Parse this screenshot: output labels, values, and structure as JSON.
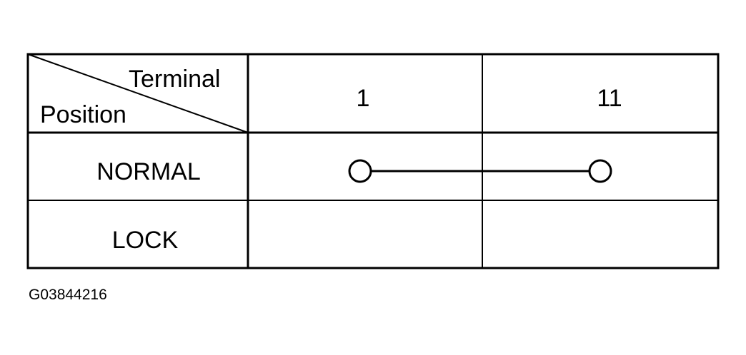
{
  "table": {
    "header_corner": {
      "terminal_label": "Terminal",
      "position_label": "Position"
    },
    "terminals": [
      "1",
      "11"
    ],
    "rows": [
      {
        "position": "NORMAL",
        "connected_terminals": [
          "1",
          "11"
        ]
      },
      {
        "position": "LOCK",
        "connected_terminals": []
      }
    ]
  },
  "caption": "G03844216"
}
